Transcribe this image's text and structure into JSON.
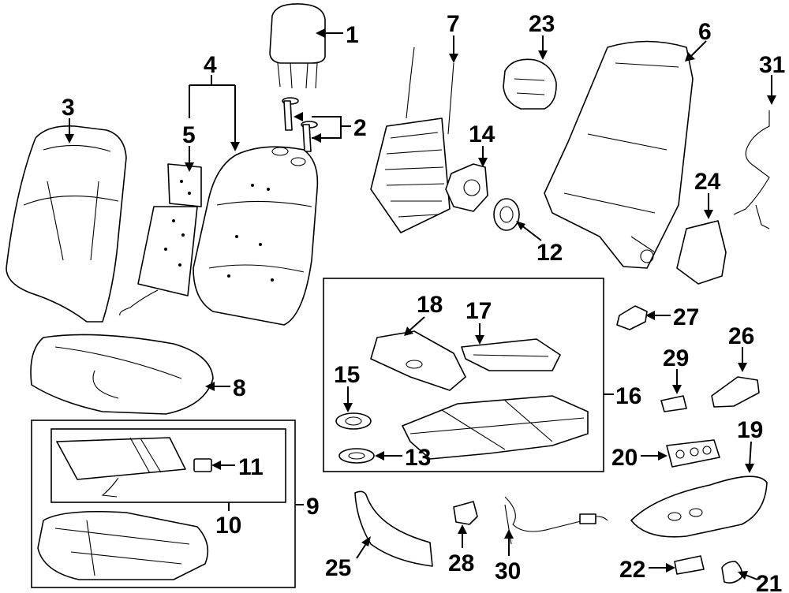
{
  "callouts": {
    "c1": "1",
    "c2": "2",
    "c3": "3",
    "c4": "4",
    "c5": "5",
    "c6": "6",
    "c7": "7",
    "c8": "8",
    "c9": "9",
    "c10": "10",
    "c11": "11",
    "c12": "12",
    "c13": "13",
    "c14": "14",
    "c15": "15",
    "c16": "16",
    "c17": "17",
    "c18": "18",
    "c19": "19",
    "c20": "20",
    "c21": "21",
    "c22": "22",
    "c23": "23",
    "c24": "24",
    "c25": "25",
    "c26": "26",
    "c27": "27",
    "c28": "28",
    "c29": "29",
    "c30": "30",
    "c31": "31"
  }
}
